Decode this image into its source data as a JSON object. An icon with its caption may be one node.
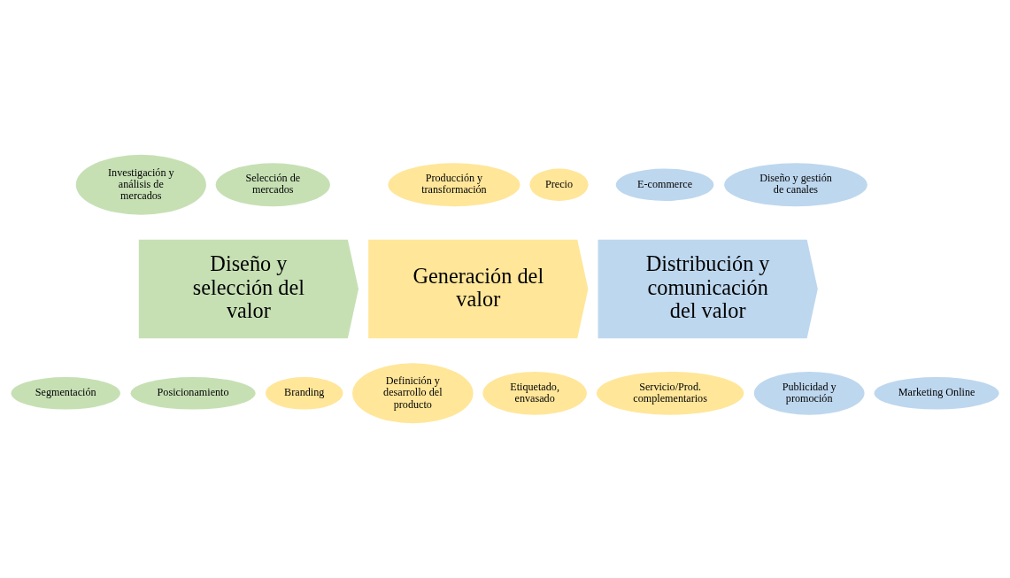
{
  "diagram": {
    "nodes": [
      {
        "text": [
          "Investigación y análisis de mercados"
        ]
      },
      {
        "text": [
          "Selección de mercados"
        ]
      },
      {
        "text": [
          "Producción y transformación"
        ]
      },
      {
        "text": [
          "Precio"
        ]
      },
      {
        "text": [
          "E-commerce"
        ]
      },
      {
        "text": [
          "Diseño y gestión de canales"
        ]
      },
      {
        "text": [
          "Diseño y selección del valor"
        ]
      },
      {
        "text": [
          "Generación del valor"
        ]
      },
      {
        "text": [
          "Distribución y comunicación del valor"
        ]
      },
      {
        "text": [
          "Segmentación"
        ]
      },
      {
        "text": [
          "Posicionamiento"
        ]
      },
      {
        "text": [
          "Branding"
        ]
      },
      {
        "text": [
          "Definición y desarrollo del producto"
        ]
      },
      {
        "text": [
          "Etiquetado, envasado"
        ]
      },
      {
        "text": [
          "Servicio/Prod. complementarios"
        ]
      },
      {
        "text": [
          "Publicidad y promoción"
        ]
      },
      {
        "text": [
          "Marketing Online"
        ]
      }
    ],
    "edges": []
  }
}
